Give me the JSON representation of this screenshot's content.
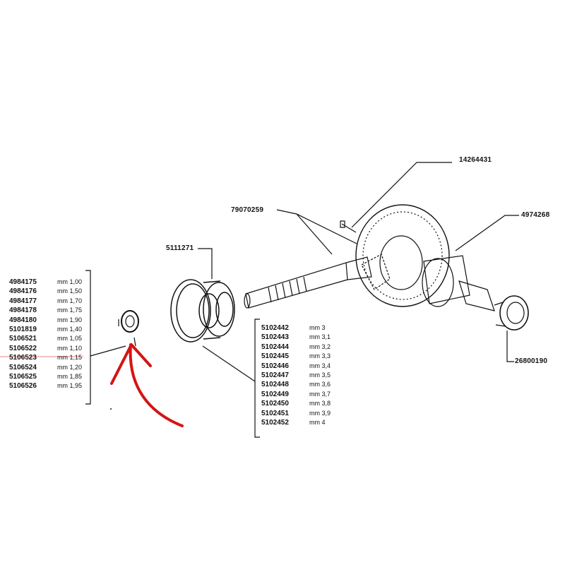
{
  "callouts": {
    "bolt": "14264431",
    "ring_gear_set": "79070259",
    "housing": "4974268",
    "bearing": "26800190",
    "pinion_bearing": "5111271"
  },
  "shim_list_left": [
    {
      "code": "4984175",
      "size": "mm 1,00"
    },
    {
      "code": "4984176",
      "size": "mm 1,50"
    },
    {
      "code": "4984177",
      "size": "mm 1,70"
    },
    {
      "code": "4984178",
      "size": "mm 1,75"
    },
    {
      "code": "4984180",
      "size": "mm 1,90"
    },
    {
      "code": "5101819",
      "size": "mm 1,40"
    },
    {
      "code": "5106521",
      "size": "mm 1,05"
    },
    {
      "code": "5106522",
      "size": "mm 1,10"
    },
    {
      "code": "5106523",
      "size": "mm 1,15"
    },
    {
      "code": "5106524",
      "size": "mm 1,20"
    },
    {
      "code": "5106525",
      "size": "mm 1,85"
    },
    {
      "code": "5106526",
      "size": "mm 1,95"
    }
  ],
  "shim_list_right": [
    {
      "code": "5102442",
      "size": "mm 3"
    },
    {
      "code": "5102443",
      "size": "mm 3,1"
    },
    {
      "code": "5102444",
      "size": "mm 3,2"
    },
    {
      "code": "5102445",
      "size": "mm 3,3"
    },
    {
      "code": "5102446",
      "size": "mm 3,4"
    },
    {
      "code": "5102447",
      "size": "mm 3,5"
    },
    {
      "code": "5102448",
      "size": "mm 3,6"
    },
    {
      "code": "5102449",
      "size": "mm 3,7"
    },
    {
      "code": "5102450",
      "size": "mm 3,8"
    },
    {
      "code": "5102451",
      "size": "mm 3,9"
    },
    {
      "code": "5102452",
      "size": "mm 4"
    }
  ],
  "colors": {
    "ink": "#111111",
    "annotation": "#d41414",
    "highlight_line": "#e88080"
  }
}
